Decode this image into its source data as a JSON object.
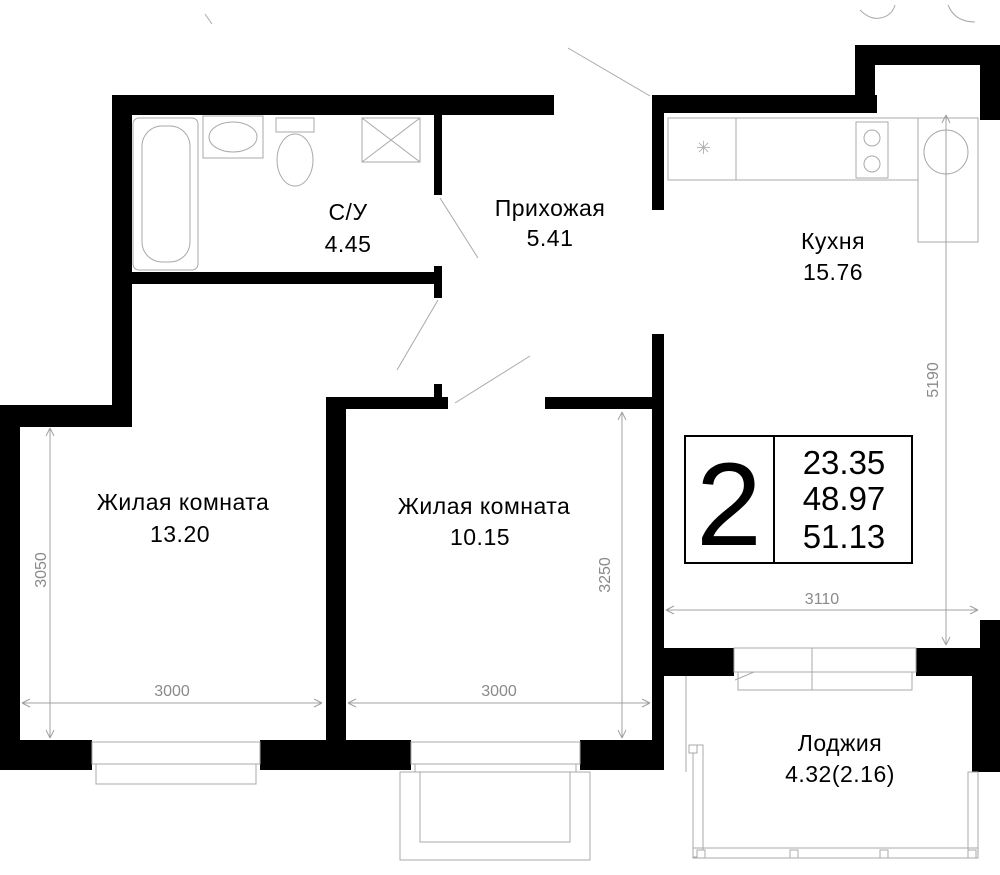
{
  "rooms": [
    {
      "name": "С/У",
      "area": "4.45"
    },
    {
      "name": "Прихожая",
      "area": "5.41"
    },
    {
      "name": "Кухня",
      "area": "15.76"
    },
    {
      "name": "Жилая комната",
      "area": "13.20"
    },
    {
      "name": "Жилая комната",
      "area": "10.15"
    },
    {
      "name": "Лоджия",
      "area": "4.32(2.16)"
    }
  ],
  "summary": {
    "rooms_count": "2",
    "living_area": "23.35",
    "total_area": "48.97",
    "total_area_with_loggia": "51.13"
  },
  "dimensions": {
    "room1_width": "3000",
    "room1_depth": "3050",
    "room2_width": "3000",
    "room2_depth": "3250",
    "kitchen_width": "3110",
    "kitchen_depth": "5190"
  },
  "colors": {
    "wall": "#000000",
    "fixture": "#a9a9a9",
    "dimension": "#8a8a8a"
  }
}
